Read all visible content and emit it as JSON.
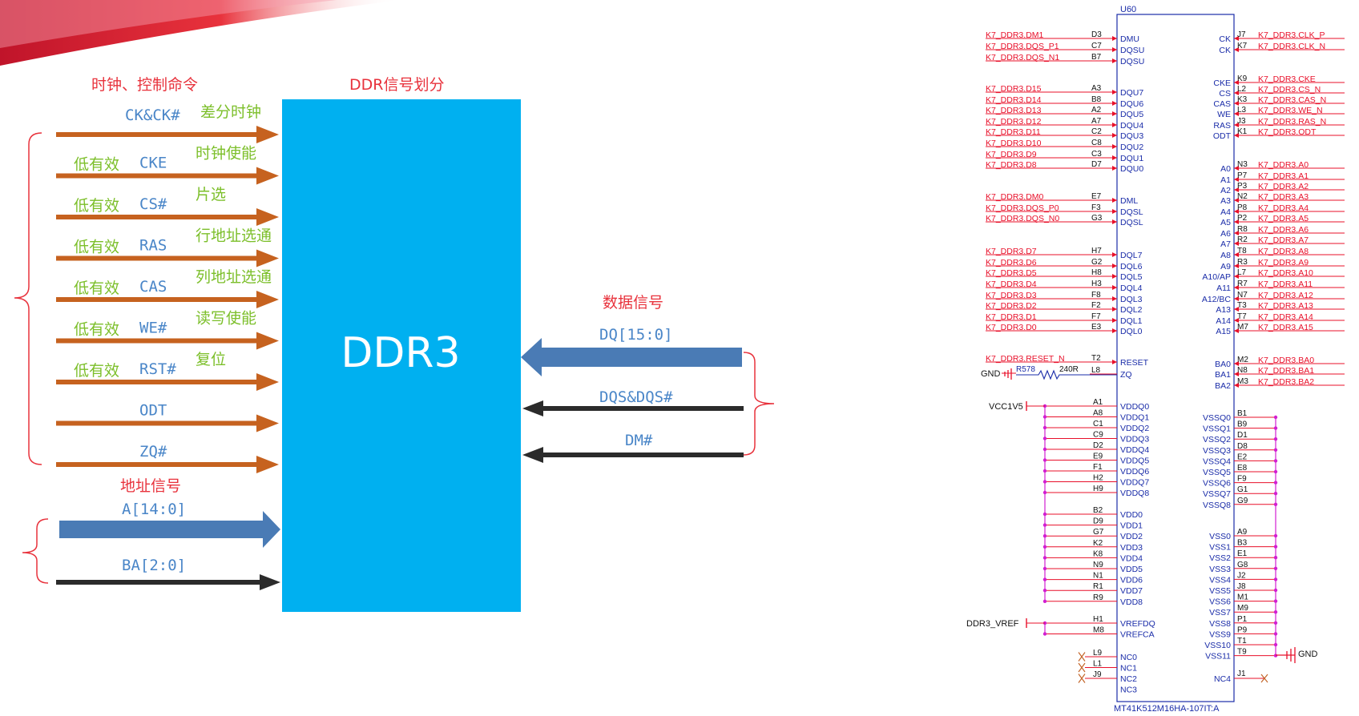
{
  "colors": {
    "red": "#e8323c",
    "green": "#7cbf2a",
    "blue_text": "#4a86c8",
    "orange_arrow": "#c6621f",
    "blue_arrow": "#4a7bb5",
    "black_arrow": "#2b2b2b",
    "ddr_box": "#00b0f0",
    "brace": "#e8323c",
    "sch_red": "#e8102a",
    "sch_blue": "#1a2ca8",
    "sch_magenta": "#d21ed2"
  },
  "left": {
    "section_clock": "时钟、控制命令",
    "section_ddr": "DDR信号划分",
    "section_address": "地址信号",
    "section_data": "数据信号",
    "ddr_label": "DDR3",
    "control_signals": [
      {
        "prefix": "",
        "name": "CK&CK#",
        "desc": "差分时钟"
      },
      {
        "prefix": "低有效",
        "name": "CKE",
        "desc": "时钟使能"
      },
      {
        "prefix": "低有效",
        "name": "CS#",
        "desc": "片选"
      },
      {
        "prefix": "低有效",
        "name": "RAS",
        "desc": "行地址选通"
      },
      {
        "prefix": "低有效",
        "name": "CAS",
        "desc": "列地址选通"
      },
      {
        "prefix": "低有效",
        "name": "WE#",
        "desc": "读写使能"
      },
      {
        "prefix": "低有效",
        "name": "RST#",
        "desc": "复位"
      },
      {
        "prefix": "",
        "name": "ODT",
        "desc": ""
      },
      {
        "prefix": "",
        "name": "ZQ#",
        "desc": ""
      }
    ],
    "address_signals": [
      "A[14:0]",
      "BA[2:0]"
    ],
    "data_signals": [
      "DQ[15:0]",
      "DQS&DQS#",
      "DM#"
    ]
  },
  "schematic": {
    "ref": "U60",
    "part": "MT41K512M16HA-107IT:A",
    "gnd": "GND",
    "vcc": "VCC1V5",
    "vref": "DDR3_VREF",
    "resistor_ref": "R578",
    "resistor_val": "240R",
    "left_pins": [
      {
        "net": "K7_DDR3.DM1",
        "pin": "D3",
        "name": "DMU"
      },
      {
        "net": "K7_DDR3.DQS_P1",
        "pin": "C7",
        "name": "DQSU"
      },
      {
        "net": "K7_DDR3.DQS_N1",
        "pin": "B7",
        "name": "DQSU"
      },
      {
        "net": "K7_DDR3.D15",
        "pin": "A3",
        "name": "DQU7"
      },
      {
        "net": "K7_DDR3.D14",
        "pin": "B8",
        "name": "DQU6"
      },
      {
        "net": "K7_DDR3.D13",
        "pin": "A2",
        "name": "DQU5"
      },
      {
        "net": "K7_DDR3.D12",
        "pin": "A7",
        "name": "DQU4"
      },
      {
        "net": "K7_DDR3.D11",
        "pin": "C2",
        "name": "DQU3"
      },
      {
        "net": "K7_DDR3.D10",
        "pin": "C8",
        "name": "DQU2"
      },
      {
        "net": "K7_DDR3.D9",
        "pin": "C3",
        "name": "DQU1"
      },
      {
        "net": "K7_DDR3.D8",
        "pin": "D7",
        "name": "DQU0"
      },
      {
        "net": "K7_DDR3.DM0",
        "pin": "E7",
        "name": "DML"
      },
      {
        "net": "K7_DDR3.DQS_P0",
        "pin": "F3",
        "name": "DQSL"
      },
      {
        "net": "K7_DDR3.DQS_N0",
        "pin": "G3",
        "name": "DQSL"
      },
      {
        "net": "K7_DDR3.D7",
        "pin": "H7",
        "name": "DQL7"
      },
      {
        "net": "K7_DDR3.D6",
        "pin": "G2",
        "name": "DQL6"
      },
      {
        "net": "K7_DDR3.D5",
        "pin": "H8",
        "name": "DQL5"
      },
      {
        "net": "K7_DDR3.D4",
        "pin": "H3",
        "name": "DQL4"
      },
      {
        "net": "K7_DDR3.D3",
        "pin": "F8",
        "name": "DQL3"
      },
      {
        "net": "K7_DDR3.D2",
        "pin": "F2",
        "name": "DQL2"
      },
      {
        "net": "K7_DDR3.D1",
        "pin": "F7",
        "name": "DQL1"
      },
      {
        "net": "K7_DDR3.D0",
        "pin": "E3",
        "name": "DQL0"
      },
      {
        "net": "K7_DDR3.RESET_N",
        "pin": "T2",
        "name": "RESET"
      },
      {
        "net": "",
        "pin": "L8",
        "name": "ZQ"
      }
    ],
    "vddq_pins": [
      {
        "pin": "A1",
        "name": "VDDQ0"
      },
      {
        "pin": "A8",
        "name": "VDDQ1"
      },
      {
        "pin": "C1",
        "name": "VDDQ2"
      },
      {
        "pin": "C9",
        "name": "VDDQ3"
      },
      {
        "pin": "D2",
        "name": "VDDQ4"
      },
      {
        "pin": "E9",
        "name": "VDDQ5"
      },
      {
        "pin": "F1",
        "name": "VDDQ6"
      },
      {
        "pin": "H2",
        "name": "VDDQ7"
      },
      {
        "pin": "H9",
        "name": "VDDQ8"
      }
    ],
    "vdd_pins": [
      {
        "pin": "B2",
        "name": "VDD0"
      },
      {
        "pin": "D9",
        "name": "VDD1"
      },
      {
        "pin": "G7",
        "name": "VDD2"
      },
      {
        "pin": "K2",
        "name": "VDD3"
      },
      {
        "pin": "K8",
        "name": "VDD4"
      },
      {
        "pin": "N9",
        "name": "VDD5"
      },
      {
        "pin": "N1",
        "name": "VDD6"
      },
      {
        "pin": "R1",
        "name": "VDD7"
      },
      {
        "pin": "R9",
        "name": "VDD8"
      }
    ],
    "vref_pins": [
      {
        "pin": "H1",
        "name": "VREFDQ"
      },
      {
        "pin": "M8",
        "name": "VREFCA"
      }
    ],
    "nc_pins": [
      {
        "pin": "L9",
        "name": "NC0"
      },
      {
        "pin": "L1",
        "name": "NC1"
      },
      {
        "pin": "J9",
        "name": "NC2"
      },
      {
        "pin": "",
        "name": "NC3"
      }
    ],
    "right_pins": [
      {
        "name": "CK",
        "pin": "J7",
        "net": "K7_DDR3.CLK_P"
      },
      {
        "name": "CK",
        "pin": "K7",
        "net": "K7_DDR3.CLK_N"
      },
      {
        "name": "CKE",
        "pin": "K9",
        "net": "K7_DDR3.CKE"
      },
      {
        "name": "CS",
        "pin": "L2",
        "net": "K7_DDR3.CS_N"
      },
      {
        "name": "CAS",
        "pin": "K3",
        "net": "K7_DDR3.CAS_N"
      },
      {
        "name": "WE",
        "pin": "L3",
        "net": "K7_DDR3.WE_N"
      },
      {
        "name": "RAS",
        "pin": "J3",
        "net": "K7_DDR3.RAS_N"
      },
      {
        "name": "ODT",
        "pin": "K1",
        "net": "K7_DDR3.ODT"
      },
      {
        "name": "A0",
        "pin": "N3",
        "net": "K7_DDR3.A0"
      },
      {
        "name": "A1",
        "pin": "P7",
        "net": "K7_DDR3.A1"
      },
      {
        "name": "A2",
        "pin": "P3",
        "net": "K7_DDR3.A2"
      },
      {
        "name": "A3",
        "pin": "N2",
        "net": "K7_DDR3.A3"
      },
      {
        "name": "A4",
        "pin": "P8",
        "net": "K7_DDR3.A4"
      },
      {
        "name": "A5",
        "pin": "P2",
        "net": "K7_DDR3.A5"
      },
      {
        "name": "A6",
        "pin": "R8",
        "net": "K7_DDR3.A6"
      },
      {
        "name": "A7",
        "pin": "R2",
        "net": "K7_DDR3.A7"
      },
      {
        "name": "A8",
        "pin": "T8",
        "net": "K7_DDR3.A8"
      },
      {
        "name": "A9",
        "pin": "R3",
        "net": "K7_DDR3.A9"
      },
      {
        "name": "A10/AP",
        "pin": "L7",
        "net": "K7_DDR3.A10"
      },
      {
        "name": "A11",
        "pin": "R7",
        "net": "K7_DDR3.A11"
      },
      {
        "name": "A12/BC",
        "pin": "N7",
        "net": "K7_DDR3.A12"
      },
      {
        "name": "A13",
        "pin": "T3",
        "net": "K7_DDR3.A13"
      },
      {
        "name": "A14",
        "pin": "T7",
        "net": "K7_DDR3.A14"
      },
      {
        "name": "A15",
        "pin": "M7",
        "net": "K7_DDR3.A15"
      },
      {
        "name": "BA0",
        "pin": "M2",
        "net": "K7_DDR3.BA0"
      },
      {
        "name": "BA1",
        "pin": "N8",
        "net": "K7_DDR3.BA1"
      },
      {
        "name": "BA2",
        "pin": "M3",
        "net": "K7_DDR3.BA2"
      }
    ],
    "vssq_pins": [
      {
        "name": "VSSQ0",
        "pin": "B1"
      },
      {
        "name": "VSSQ1",
        "pin": "B9"
      },
      {
        "name": "VSSQ2",
        "pin": "D1"
      },
      {
        "name": "VSSQ3",
        "pin": "D8"
      },
      {
        "name": "VSSQ4",
        "pin": "E2"
      },
      {
        "name": "VSSQ5",
        "pin": "E8"
      },
      {
        "name": "VSSQ6",
        "pin": "F9"
      },
      {
        "name": "VSSQ7",
        "pin": "G1"
      },
      {
        "name": "VSSQ8",
        "pin": "G9"
      }
    ],
    "vss_pins": [
      {
        "name": "VSS0",
        "pin": "A9"
      },
      {
        "name": "VSS1",
        "pin": "B3"
      },
      {
        "name": "VSS2",
        "pin": "E1"
      },
      {
        "name": "VSS3",
        "pin": "G8"
      },
      {
        "name": "VSS4",
        "pin": "J2"
      },
      {
        "name": "VSS5",
        "pin": "J8"
      },
      {
        "name": "VSS6",
        "pin": "M1"
      },
      {
        "name": "VSS7",
        "pin": "M9"
      },
      {
        "name": "VSS8",
        "pin": "P1"
      },
      {
        "name": "VSS9",
        "pin": "P9"
      },
      {
        "name": "VSS10",
        "pin": "T1"
      },
      {
        "name": "VSS11",
        "pin": "T9"
      }
    ],
    "nc_right": {
      "name": "NC4",
      "pin": "J1"
    }
  }
}
